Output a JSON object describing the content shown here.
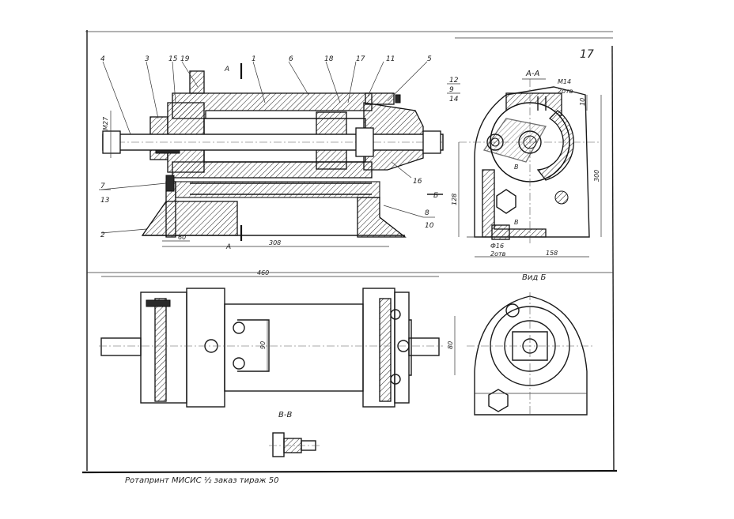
{
  "sheet": {
    "number": "17"
  },
  "section_labels": {
    "section_aa": "А-А",
    "view_b": "Вид Б",
    "section_vv": "В-В",
    "cut_a_top": "А",
    "cut_a_bottom": "А",
    "arrow_b": "Б",
    "arrow_v1": "В",
    "arrow_v2": "В"
  },
  "part_numbers": {
    "p4": "4",
    "p3": "3",
    "p15": "15",
    "p19": "19",
    "p1": "1",
    "p6": "6",
    "p18": "18",
    "p17": "17",
    "p11": "11",
    "p5": "5",
    "p12": "12",
    "p9": "9",
    "p14": "14",
    "p7": "7",
    "p13": "13",
    "p16": "16",
    "p8": "8",
    "p10": "10",
    "p2": "2"
  },
  "dimensions": {
    "thread_m27": "М27",
    "d60_top": "60",
    "d308": "308",
    "d460": "460",
    "d90": "90",
    "d80": "80",
    "d128": "128",
    "d300": "300",
    "d158": "158",
    "d10": "10",
    "m14": "М14",
    "holes_top": "2отв",
    "phi16": "Ф16",
    "holes_bottom": "2отв"
  },
  "footer": {
    "stamp": "Ротапринт МИСИС  ½  заказ    тираж 50"
  }
}
